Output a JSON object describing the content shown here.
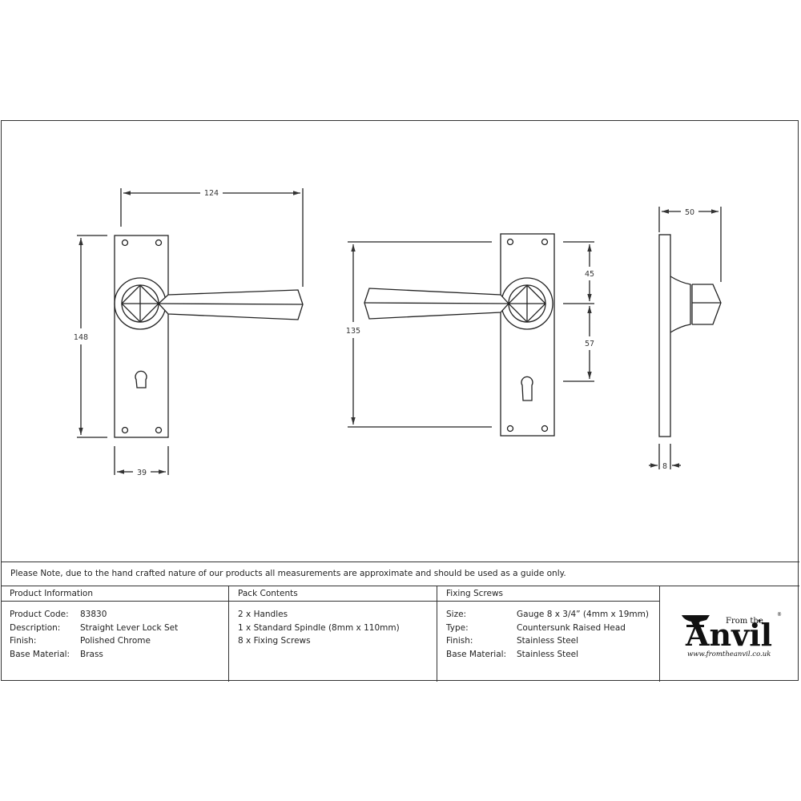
{
  "drawing": {
    "front_view": {
      "width_dim": "124",
      "height_dim": "148",
      "plate_width_dim": "39"
    },
    "rear_view": {
      "height_dim": "135",
      "top_to_spindle_dim": "45",
      "spindle_to_keyhole_dim": "57"
    },
    "side_view": {
      "projection_dim": "50",
      "plate_thickness_dim": "8"
    }
  },
  "note": "Please Note, due to the hand crafted nature of our products all measurements are approximate and should be used as a guide only.",
  "product_information": {
    "header": "Product Information",
    "rows": [
      {
        "label": "Product Code:",
        "value": "83830"
      },
      {
        "label": "Description:",
        "value": "Straight Lever Lock Set"
      },
      {
        "label": "Finish:",
        "value": "Polished Chrome"
      },
      {
        "label": "Base Material:",
        "value": "Brass"
      }
    ]
  },
  "pack_contents": {
    "header": "Pack Contents",
    "items": [
      "2 x Handles",
      "1 x Standard Spindle (8mm x 110mm)",
      "8 x Fixing Screws"
    ]
  },
  "fixing_screws": {
    "header": "Fixing Screws",
    "rows": [
      {
        "label": "Size:",
        "value": "Gauge 8 x 3/4” (4mm x 19mm)"
      },
      {
        "label": "Type:",
        "value": "Countersunk Raised Head"
      },
      {
        "label": "Finish:",
        "value": "Stainless Steel"
      },
      {
        "label": "Base Material:",
        "value": "Stainless Steel"
      }
    ]
  },
  "logo": {
    "from_the": "From the",
    "anvil": "Anvil",
    "url": "www.fromtheanvil.co.uk",
    "registered": "®"
  }
}
